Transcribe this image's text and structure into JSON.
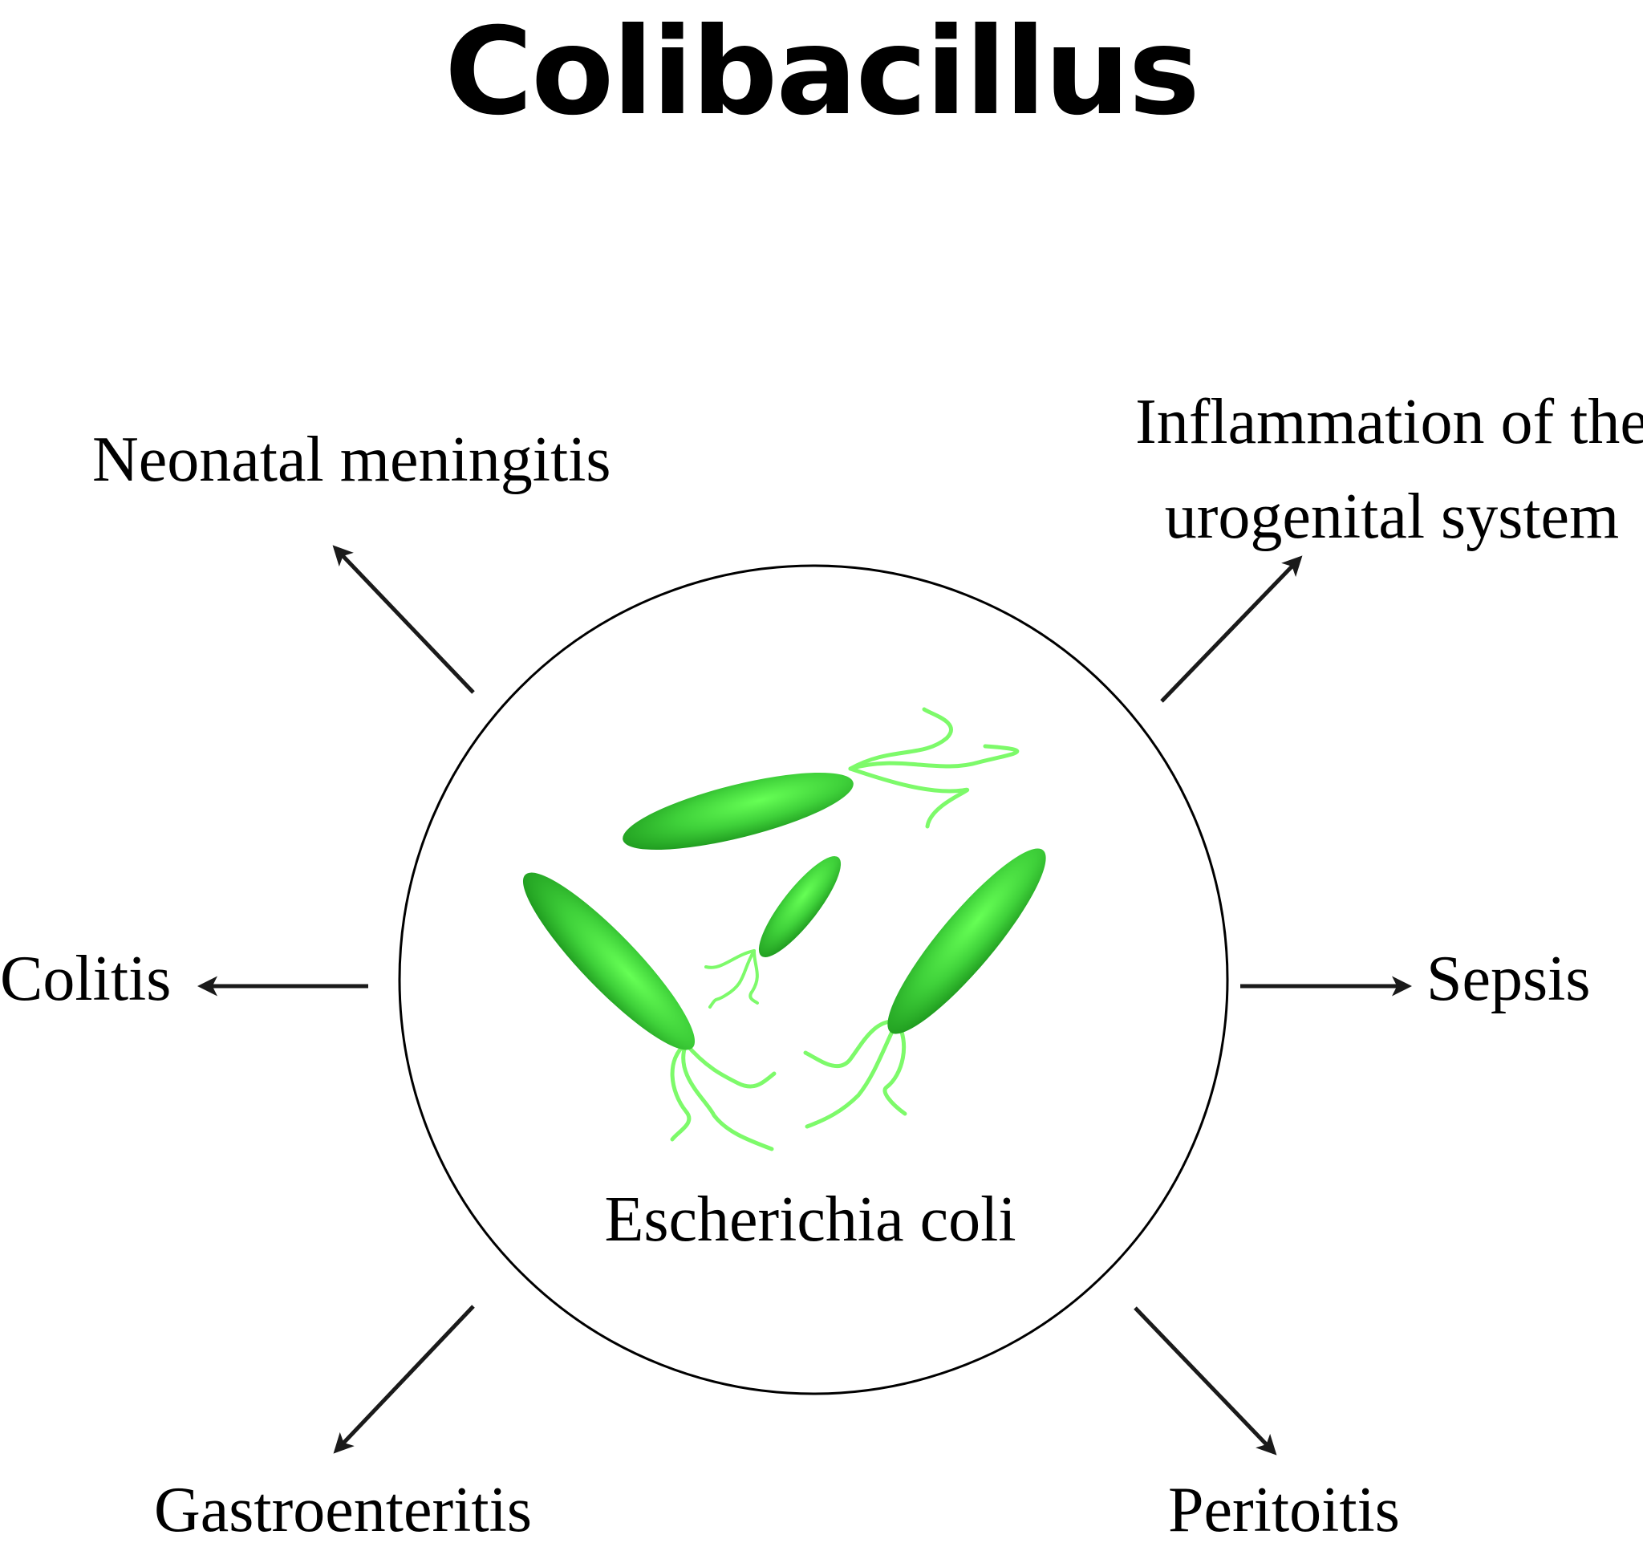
{
  "title": "Colibacillus",
  "center_label": "Escherichia coli",
  "outcomes": {
    "top_left": "Neonatal meningitis",
    "top_right_line1": "Inflammation of the",
    "top_right_line2": "urogenital system",
    "left": "Colitis",
    "right": "Sepsis",
    "bottom_left": "Gastroenteritis",
    "bottom_right": "Peritoitis"
  },
  "colors": {
    "bacterium_dark": "#1f9b1f",
    "bacterium_light": "#66ff55",
    "flagella": "#7dfa6a",
    "arrow": "#1a1a1a",
    "circle_stroke": "#000000"
  }
}
